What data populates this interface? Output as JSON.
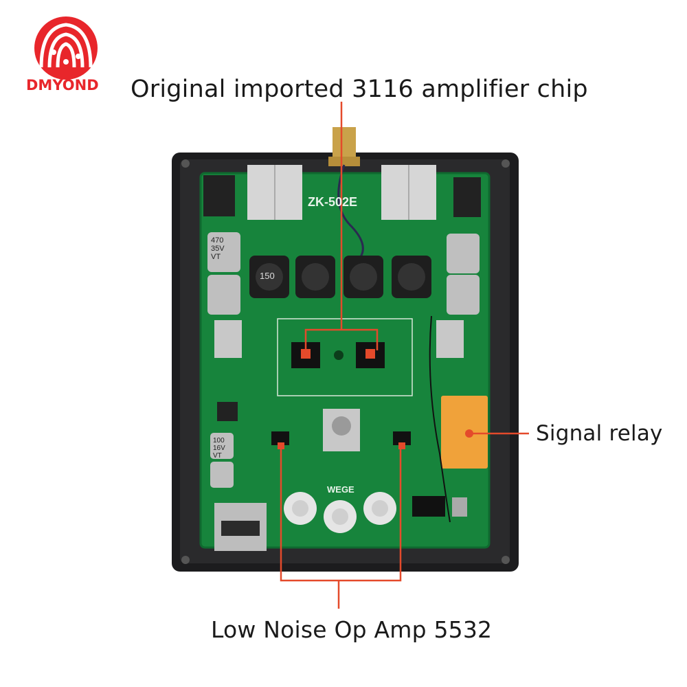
{
  "brand": {
    "logo_text": "DMYOND",
    "accent": "#e8262b"
  },
  "callouts": {
    "amp_chip": "Original imported 3116 amplifier chip",
    "signal_relay": "Signal relay",
    "op_amp": "Low Noise Op Amp 5532"
  },
  "board": {
    "model_label": "ZK-502E",
    "knob_label": "WEGE",
    "cap_large": [
      "470",
      "35V",
      "VT"
    ],
    "cap_small": [
      "100",
      "16V",
      "VT"
    ],
    "inductor_label": "150"
  },
  "colors": {
    "pcb": "#17843c",
    "enclosure": "#1c1c1e",
    "callout_line": "#e44a2b",
    "relay": "#f0a23a"
  }
}
